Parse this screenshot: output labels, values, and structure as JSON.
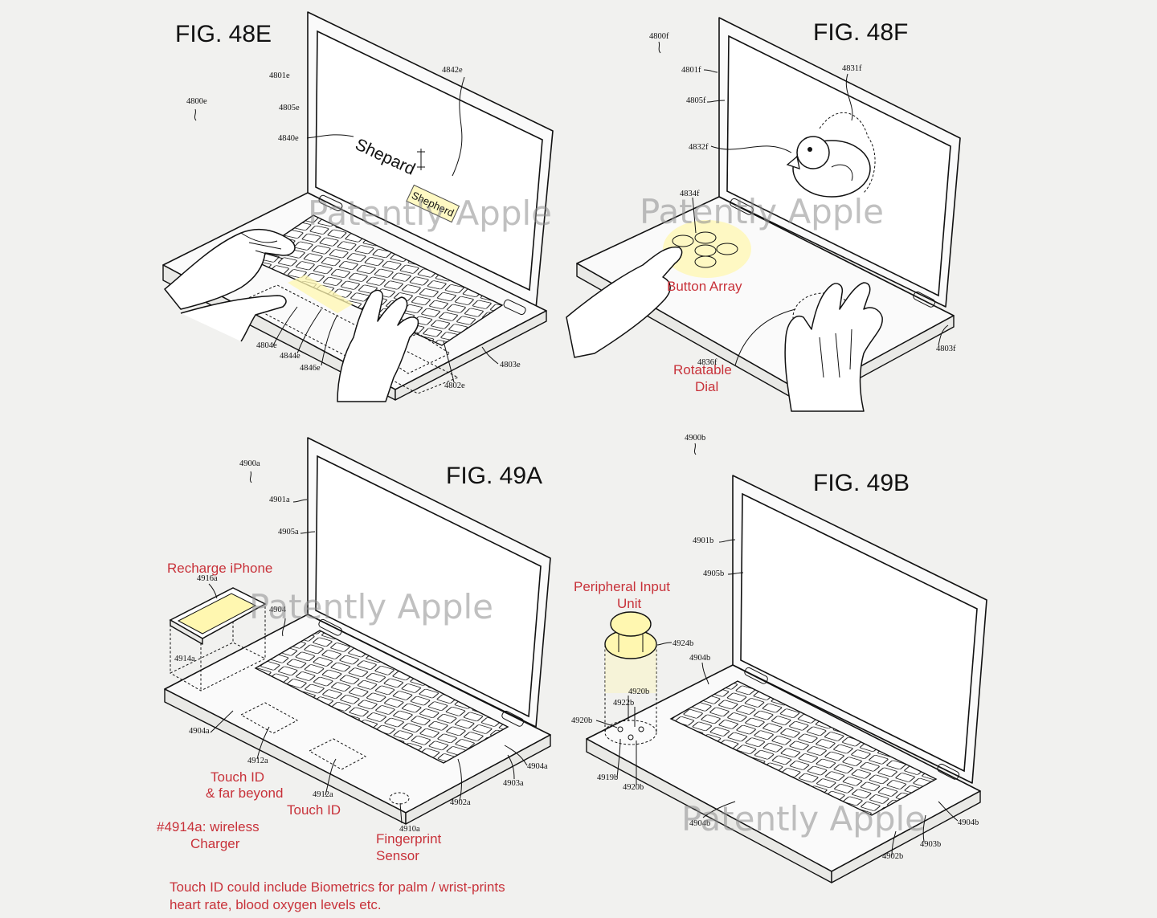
{
  "figures": [
    {
      "title": "FIG. 48E",
      "refs": [
        "4800e",
        "4801e",
        "4805e",
        "4840e",
        "4842e",
        "4804e",
        "4844e",
        "4846e",
        "4802e",
        "4803e"
      ]
    },
    {
      "title": "FIG. 48F",
      "refs": [
        "4800f",
        "4801f",
        "4805f",
        "4832f",
        "4831f",
        "4834f",
        "4836f",
        "4803f"
      ]
    },
    {
      "title": "FIG. 49A",
      "refs": [
        "4900a",
        "4901a",
        "4905a",
        "4916a",
        "4904",
        "4914a",
        "4904a",
        "4912a",
        "4912a",
        "4910a",
        "4902a",
        "4903a",
        "4904a"
      ]
    },
    {
      "title": "FIG. 49B",
      "refs": [
        "4900b",
        "4901b",
        "4905b",
        "4924b",
        "4904b",
        "4920b",
        "4922b",
        "4920b",
        "4919b",
        "4920b",
        "4904b",
        "4904b",
        "4903b",
        "4902b"
      ]
    }
  ],
  "screen_text": {
    "typed_word": "Shepard",
    "suggestion": "Shepherd"
  },
  "annotations": {
    "button_array": "Button Array",
    "rotatable_line1": "Rotatable",
    "rotatable_line2": "Dial",
    "recharge": "Recharge iPhone",
    "peripheral_line1": "Peripheral Input",
    "peripheral_line2": "Unit",
    "touch_id_far_line1": "Touch ID",
    "touch_id_far_line2": "& far beyond",
    "touch_id": "Touch ID",
    "wireless_line1": "#4914a: wireless",
    "wireless_line2": "Charger",
    "fingerprint_line1": "Fingerprint",
    "fingerprint_line2": "Sensor",
    "footnote_line1": "Touch ID could include Biometrics for palm / wrist-prints",
    "footnote_line2": "heart rate, blood oxygen levels etc."
  },
  "watermark": "Patently Apple",
  "colors": {
    "annotation": "#c8323a",
    "highlight": "#fff7b0",
    "line": "#111111"
  }
}
